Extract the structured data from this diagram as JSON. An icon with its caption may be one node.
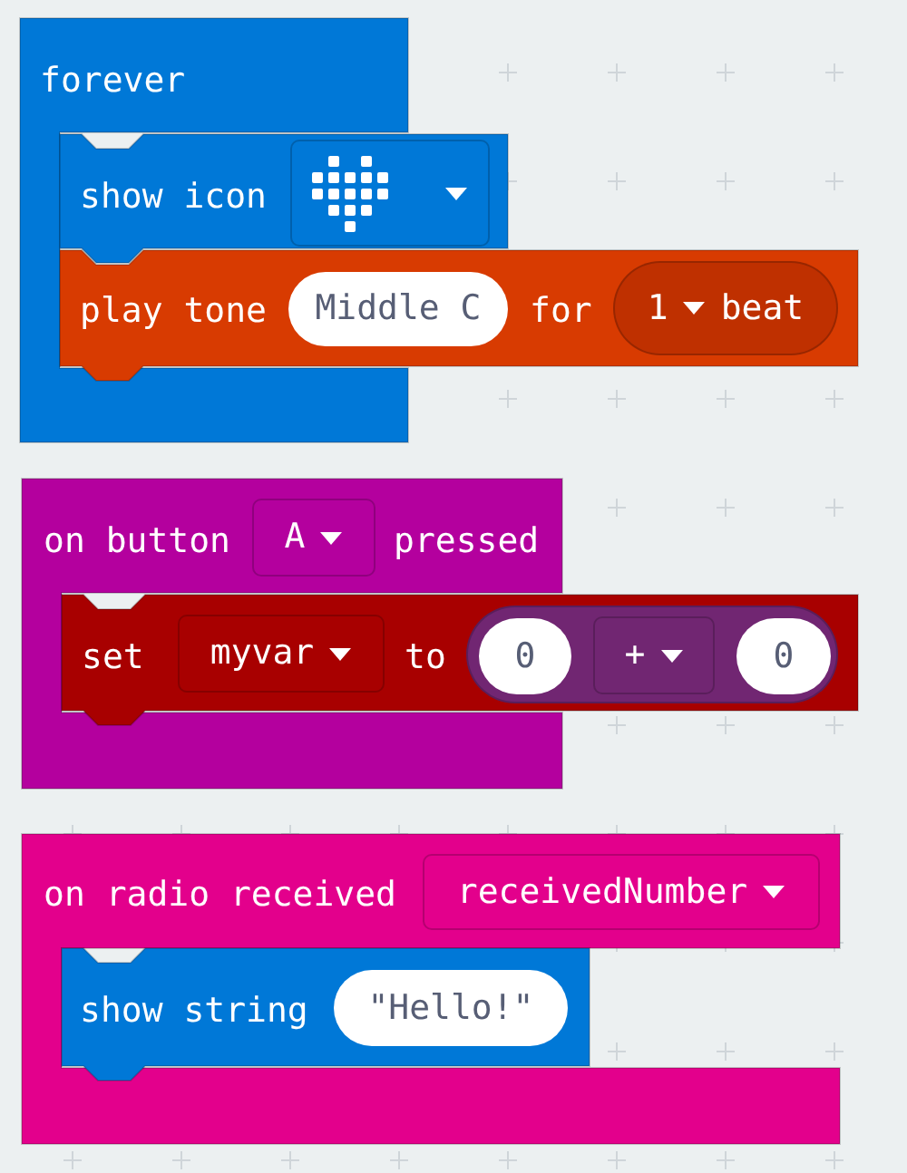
{
  "diagram": {
    "nodes": [
      {
        "text": [
          "forever"
        ]
      },
      {
        "text": [
          "show icon"
        ]
      },
      {
        "text": [],
        "shape": "box",
        "in": 1
      },
      {
        "text": [
          "play tone",
          "for"
        ]
      },
      {
        "text": [
          "Middle C"
        ],
        "in": 3
      },
      {
        "text": [
          "1",
          "beat"
        ],
        "in": 3
      },
      {
        "text": [
          "on button",
          "pressed"
        ]
      },
      {
        "text": [
          "A"
        ],
        "in": 6
      },
      {
        "text": [
          "set",
          "to"
        ]
      },
      {
        "text": [
          "myvar"
        ],
        "in": 8
      },
      {
        "text": [],
        "shape": "pill",
        "in": 8
      },
      {
        "text": [
          "0"
        ],
        "in": 10
      },
      {
        "text": [
          "+"
        ],
        "in": 10
      },
      {
        "text": [
          "0"
        ],
        "in": 10
      },
      {
        "text": [
          "on radio received"
        ]
      },
      {
        "text": [
          "receivedNumber"
        ],
        "in": 14
      },
      {
        "text": [
          "show string"
        ],
        "in": 14
      },
      {
        "text": [
          "\"Hello!\""
        ],
        "in": 16
      }
    ]
  }
}
